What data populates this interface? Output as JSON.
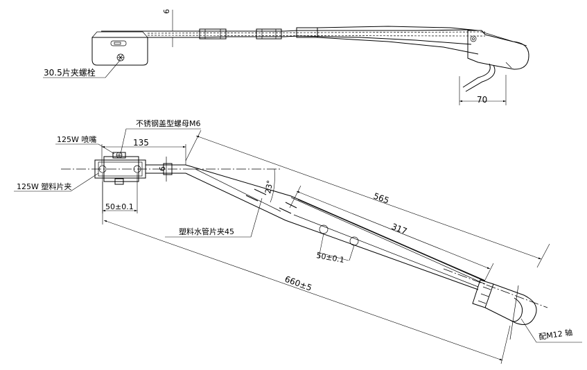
{
  "labels": {
    "bolt": "30.5片夹螺栓",
    "cap_nut": "不锈钢盖型螺母M6",
    "nozzle": "125W 喷嘴",
    "plastic_clip": "125W 塑料片夹",
    "tube_clip": "塑料水管片夹45",
    "shaft": "配M12 轴"
  },
  "dimensions": {
    "d_6_top": "6",
    "d_70": "70",
    "d_135": "135",
    "d_6_mid": "6",
    "d_23": "23°",
    "d_565": "565",
    "d_317": "317",
    "d_50_left": "50±0.1",
    "d_50_mid": "50±0.1",
    "d_660": "660±5"
  }
}
